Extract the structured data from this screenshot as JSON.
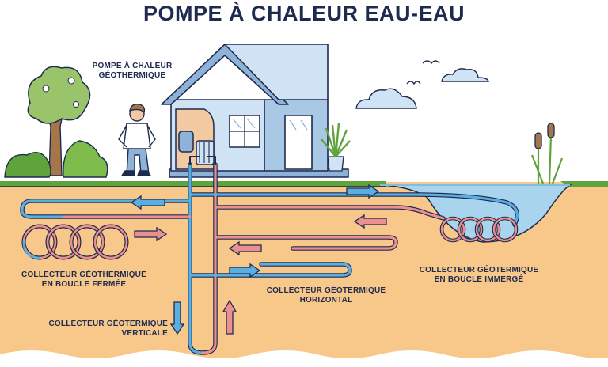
{
  "title": "POMPE À CHALEUR EAU-EAU",
  "labels": {
    "heat_pump": [
      "POMPE À CHALEUR",
      "GÉOTHERMIQUE"
    ],
    "closed_loop": [
      "COLLECTEUR GÉOTHERMIQUE",
      "EN BOUCLE FERMÉE"
    ],
    "horizontal": [
      "COLLECTEUR GÉOTERMIQUE",
      "HORIZONTAL"
    ],
    "vertical": [
      "COLLECTEUR GÉOTERMIQUE",
      "VERTICALE"
    ],
    "submerged": [
      "COLLECTEUR GÉOTERMIQUE",
      "EN BOUCLE IMMERGÉ"
    ]
  },
  "colors": {
    "ink": "#1e2b4f",
    "soil": "#f7c88a",
    "grass": "#5ea33c",
    "water": "#a9d4ee",
    "warm_pipe": "#ec8f8f",
    "cold_pipe": "#5aaee0",
    "house_wall": "#cfe3f4",
    "roof": "#8fb3d8"
  },
  "icons": [
    "tree-icon",
    "bush-icon",
    "person-icon",
    "house-icon",
    "heat-pump-unit-icon",
    "potted-plant-icon",
    "cloud-icon",
    "bird-icon",
    "cattail-icon",
    "flow-arrow-icon"
  ]
}
